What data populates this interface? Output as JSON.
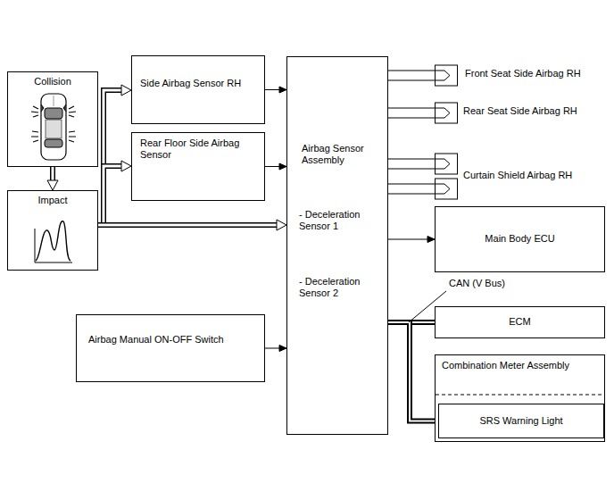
{
  "diagram": {
    "nodes": [
      {
        "text": [
          "Collision"
        ]
      },
      {
        "text": [
          "Impact"
        ]
      },
      {
        "text": [
          "Side Airbag Sensor RH"
        ]
      },
      {
        "text": [
          "Rear Floor Side Airbag Sensor"
        ]
      },
      {
        "text": [
          "Airbag Sensor Assembly",
          "- Deceleration Sensor 1",
          "- Deceleration Sensor 2"
        ]
      },
      {
        "text": [
          "Airbag Manual ON-OFF Switch"
        ]
      },
      {
        "text": [
          "Front Seat Side Airbag RH"
        ]
      },
      {
        "text": [
          "Rear Seat Side Airbag RH"
        ]
      },
      {
        "text": [
          "Curtain Shield Airbag RH"
        ]
      },
      {
        "text": [
          "Main Body ECU"
        ]
      },
      {
        "text": [
          "ECM"
        ]
      },
      {
        "text": [
          "Combination Meter Assembly"
        ]
      },
      {
        "text": [
          "SRS Warning Light"
        ],
        "in": 11
      }
    ],
    "edges": [
      {
        "from": 0,
        "to": 1,
        "arrow": "to"
      },
      {
        "from": 1,
        "to": 2,
        "arrow": "to"
      },
      {
        "from": 1,
        "to": 3,
        "arrow": "to"
      },
      {
        "from": 1,
        "to": 4,
        "arrow": "to"
      },
      {
        "from": 2,
        "to": 4,
        "arrow": "to"
      },
      {
        "from": 3,
        "to": 4,
        "arrow": "to"
      },
      {
        "from": 5,
        "to": 4,
        "arrow": "to"
      },
      {
        "from": 4,
        "to": 6,
        "arrow": "none"
      },
      {
        "from": 4,
        "to": 7,
        "arrow": "none"
      },
      {
        "from": 4,
        "to": 8,
        "arrow": "none"
      },
      {
        "from": 4,
        "to": 9,
        "arrow": "to"
      },
      {
        "from": 4,
        "to": 10,
        "arrow": "none"
      },
      {
        "from": 4,
        "to": 12,
        "arrow": "none"
      }
    ],
    "labels": [
      "CAN (V Bus)"
    ]
  }
}
